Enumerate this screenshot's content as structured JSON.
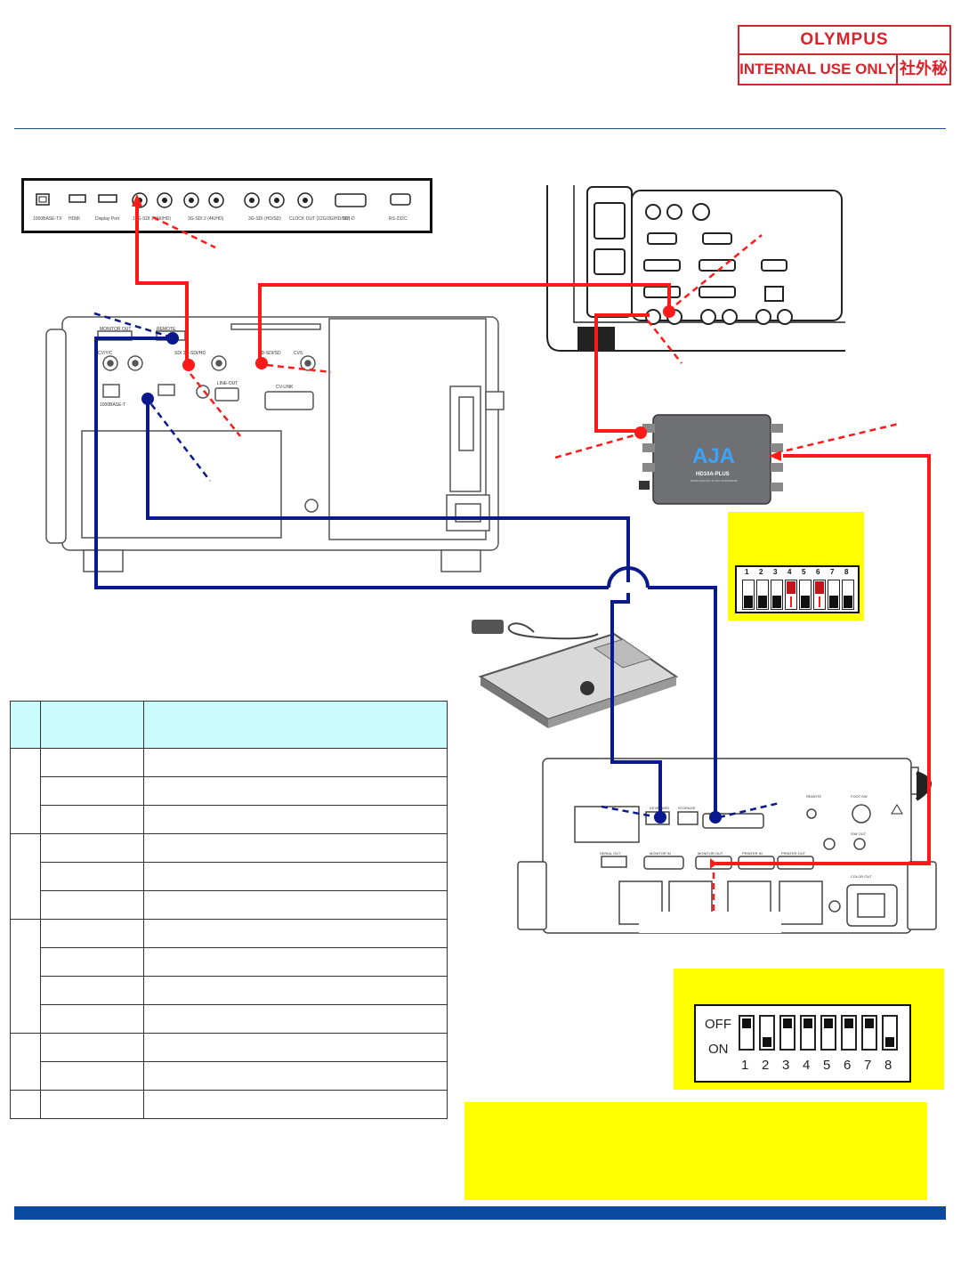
{
  "logo": {
    "brand": "OLYMPUS",
    "line2": "INTERNAL USE ONLY",
    "line2_jp": "社外秘"
  },
  "colors": {
    "video_line": "#ff1a1a",
    "control_line": "#0a1a8c",
    "note_box": "#ffff00",
    "table_header": "#cbfcfd",
    "bottom_bar": "#0b4aa2"
  },
  "source_panel": {
    "ports": [
      "1000BASE-TX",
      "HDMI",
      "Display Port",
      "12G-SDI 1 (4K/HD)",
      "3G-SDI 2 (4K/HD)",
      "3G-SDI (HD/SD)",
      "CLOCK OUT (12G/3G/HD/SD)",
      "DVI-D",
      "RS-232C"
    ]
  },
  "processor_panel": {
    "labels": [
      "MONITOR OUT",
      "REMOTE",
      "SDI 3G-SDI/HD",
      "HD-SDI/SD",
      "CV/Y/C",
      "CV/L",
      "1000BASE-T",
      "LINE-OUT",
      "CV-LINK"
    ]
  },
  "aja_device": {
    "brand": "AJA",
    "model": "HD10A-PLUS",
    "subtitle": "HD/SD ANALOG TO SDI CONVERTER"
  },
  "aja_dip": {
    "numbers": [
      "1",
      "2",
      "3",
      "4",
      "5",
      "6",
      "7",
      "8"
    ],
    "on_switches": [
      4,
      6
    ]
  },
  "recorder_panel": {
    "labels": [
      "KEYBOARD",
      "STORAGE",
      "SERIAL OUT",
      "MONITOR IN",
      "MONITOR OUT",
      "PRINTER IN",
      "PRINTER OUT",
      "FOOT SW",
      "S/W OUT",
      "REMOTE",
      "COLOR OUT"
    ]
  },
  "main_dip": {
    "off_label": "OFF",
    "on_label": "ON",
    "numbers": [
      "1",
      "2",
      "3",
      "4",
      "5",
      "6",
      "7",
      "8"
    ],
    "states": [
      "off",
      "on",
      "off",
      "off",
      "off",
      "off",
      "off",
      "on"
    ]
  },
  "table": {
    "groups": [
      3,
      3,
      4,
      2,
      1
    ]
  }
}
